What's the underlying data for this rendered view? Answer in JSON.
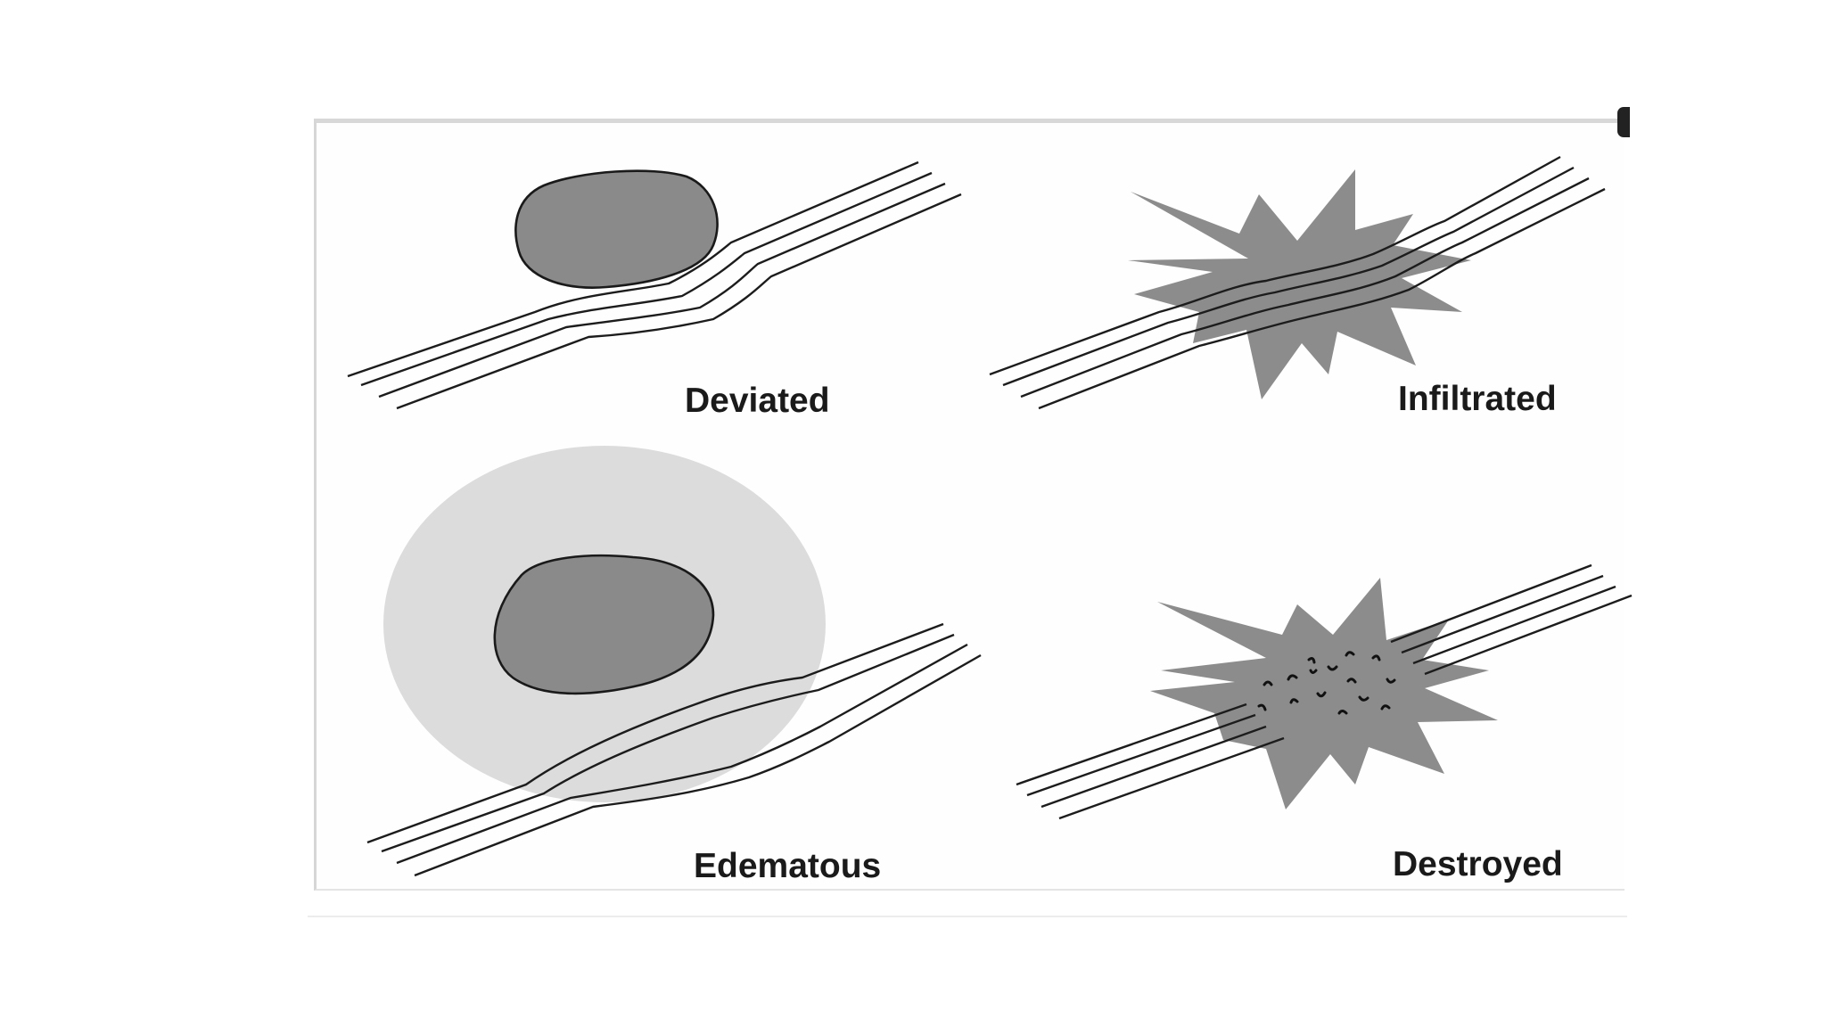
{
  "figure": {
    "panels": [
      {
        "id": "deviated",
        "label": "Deviated"
      },
      {
        "id": "infiltrated",
        "label": "Infiltrated"
      },
      {
        "id": "edematous",
        "label": "Edematous"
      },
      {
        "id": "destroyed",
        "label": "Destroyed"
      }
    ]
  },
  "colors": {
    "mass": "#8a8a8a",
    "edema": "#dcdcdc",
    "tumor_star": "#8c8c8c",
    "nerve_lines": "#1c1c1c"
  }
}
